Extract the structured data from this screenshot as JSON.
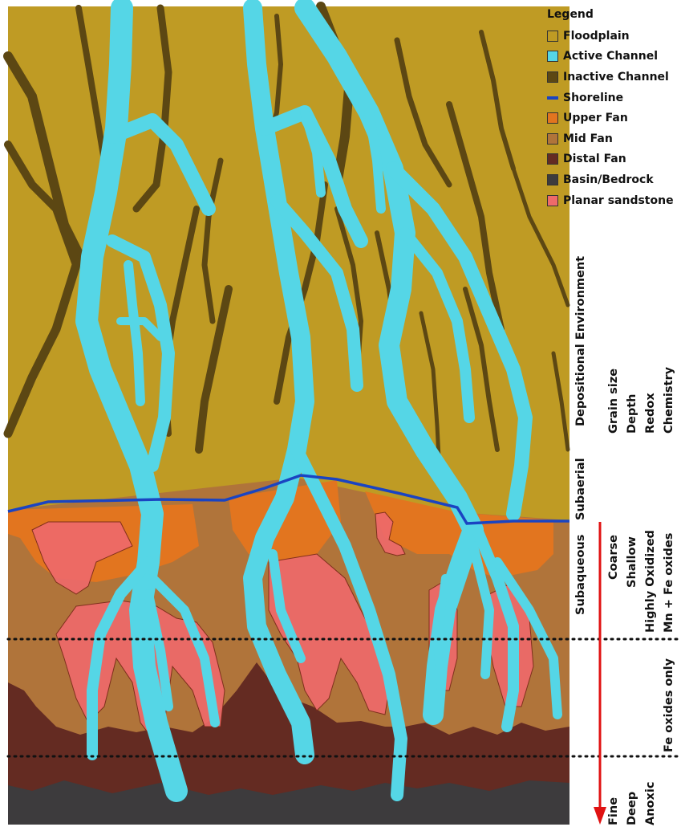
{
  "legend": {
    "title": "Legend",
    "items": [
      {
        "label": "Floodplain",
        "color": "#bf9b24"
      },
      {
        "label": "Active Channel",
        "color": "#55d6e6"
      },
      {
        "label": "Inactive Channel",
        "color": "#5c4713"
      },
      {
        "label": "Shoreline",
        "color": "#1a44c2"
      },
      {
        "label": "Upper Fan",
        "color": "#e2751f"
      },
      {
        "label": "Mid Fan",
        "color": "#b0743a"
      },
      {
        "label": "Distal Fan",
        "color": "#642b22"
      },
      {
        "label": "Basin/Bedrock",
        "color": "#3d3b3d"
      },
      {
        "label": "Planar sandstone",
        "color": "#ee6a6a"
      }
    ]
  },
  "axis": {
    "depositional_environment": "Depositional Environment",
    "subaerial": "Subaerial",
    "subaqueous": "Subaqueous",
    "properties": [
      "Grain size",
      "Depth",
      "Redox",
      "Chemistry"
    ],
    "upper_zone": [
      "Coarse",
      "Shallow",
      "Highly Oxidized",
      "Mn + Fe oxides"
    ],
    "middle_zone": "Fe oxides only",
    "lower_zone": [
      "Fine",
      "Deep",
      "Anoxic"
    ]
  },
  "colors": {
    "floodplain": "#bf9b24",
    "active_channel": "#55d6e6",
    "inactive_channel": "#5c4713",
    "shoreline": "#1a44c2",
    "upper_fan": "#e2751f",
    "mid_fan": "#b0743a",
    "distal_fan": "#642b22",
    "basin": "#3d3b3d",
    "planar_sandstone": "#ee6a6a",
    "arrow": "#e01212"
  }
}
